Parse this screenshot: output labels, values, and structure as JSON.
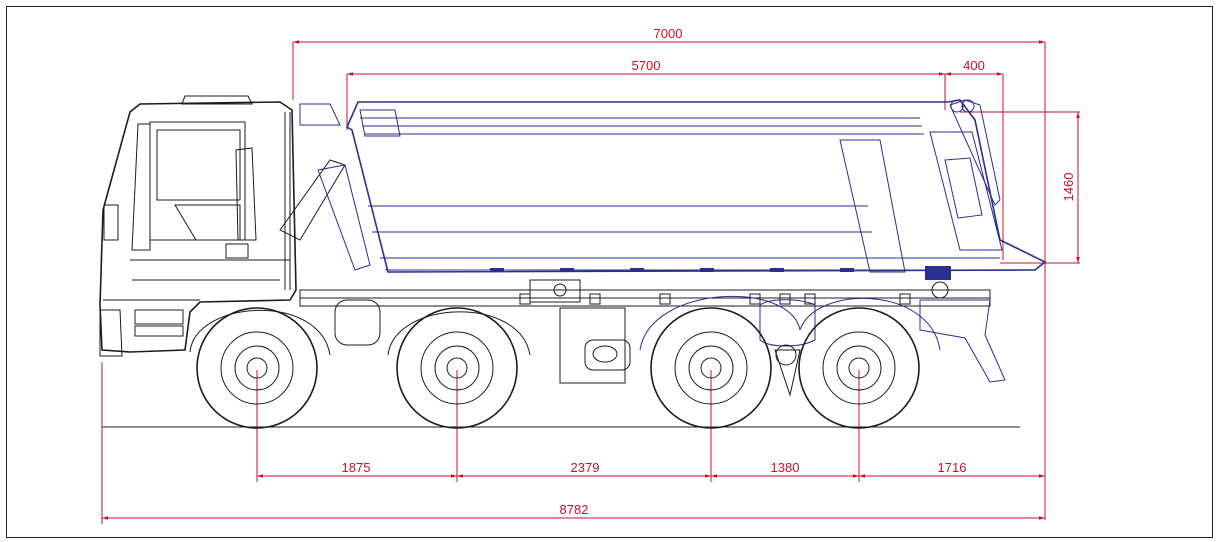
{
  "diagram": {
    "colors": {
      "dimension": "#c8102e",
      "body_outline": "#2b2f8f",
      "chassis_outline": "#1c1c1c",
      "background": "#ffffff"
    },
    "dimensions": {
      "body_total_length": "7000",
      "body_length": "5700",
      "body_tail_overhang": "400",
      "body_height": "1460",
      "wheelbase_1_2": "1875",
      "wheelbase_2_3": "2379",
      "wheelbase_3_4": "1380",
      "rear_overhang": "1716",
      "overall_length": "8782"
    }
  }
}
